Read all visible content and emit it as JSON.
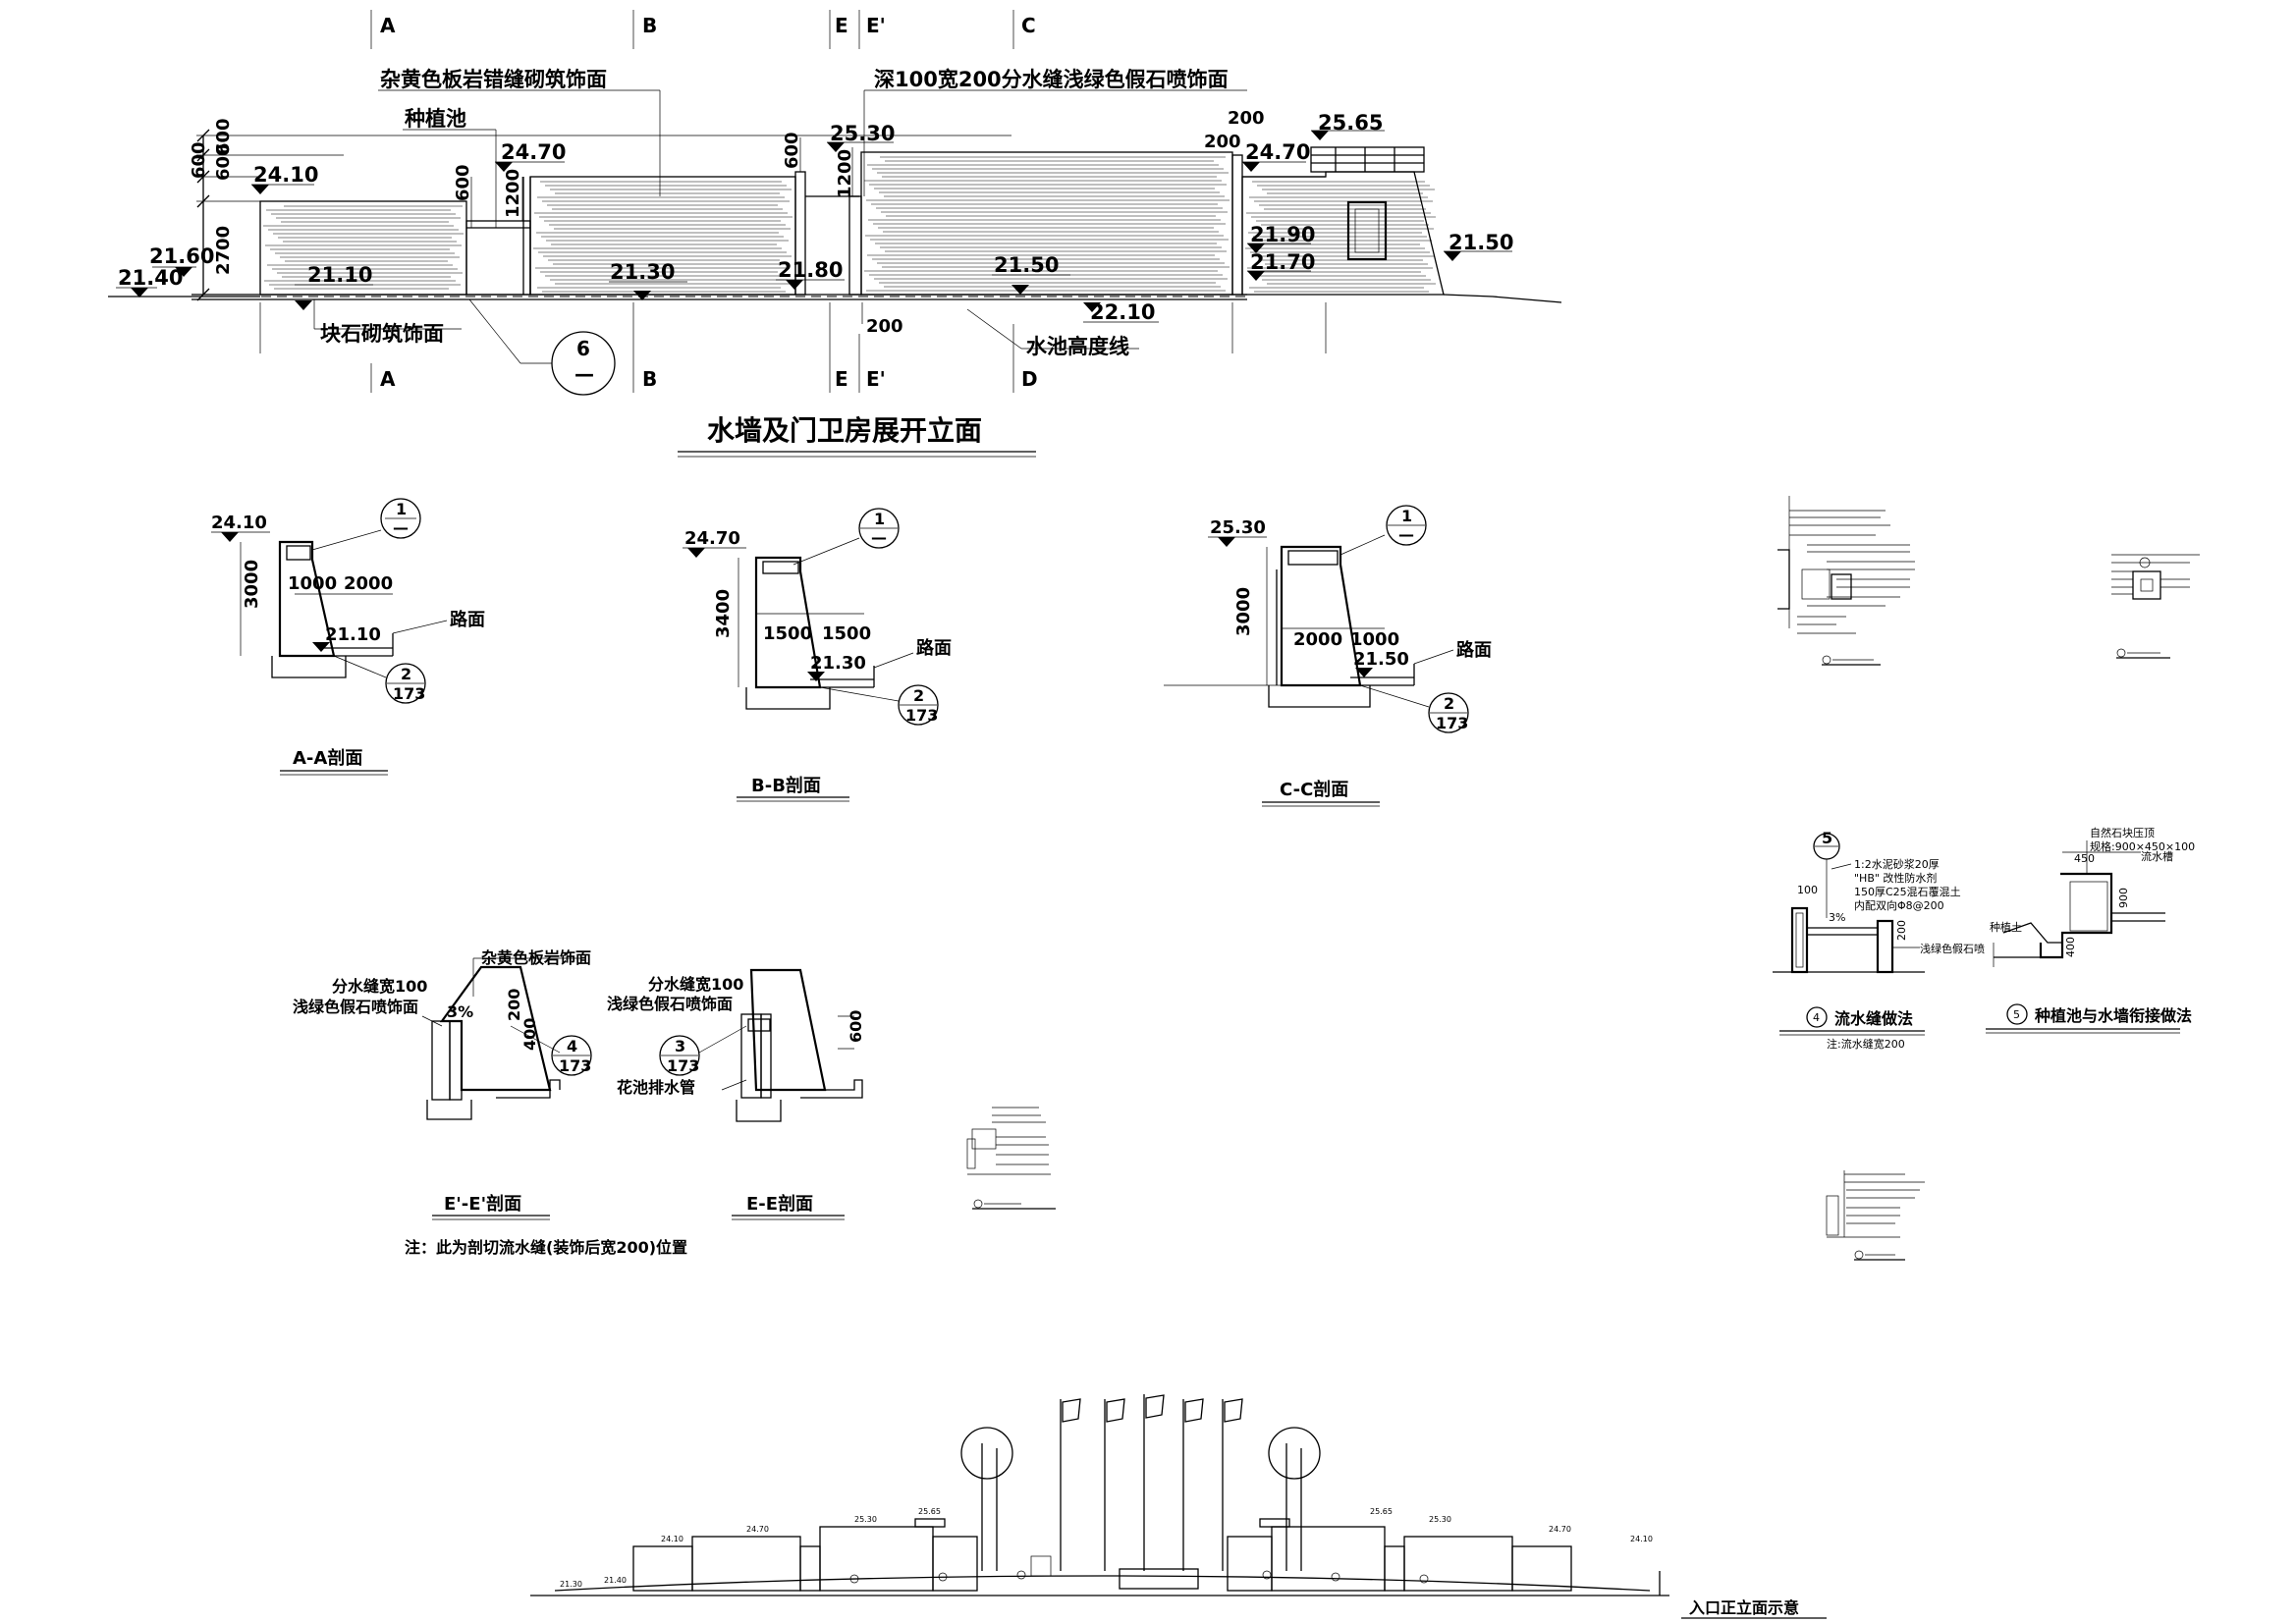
{
  "axis_labels": {
    "top": [
      "A",
      "B",
      "E",
      "E'",
      "C"
    ],
    "bottom": [
      "A",
      "B",
      "E",
      "E'",
      "D"
    ]
  },
  "elevation": {
    "title": "水墙及门卫房展开立面",
    "notes": {
      "cladding_top": "杂黄色板岩错缝砌筑饰面",
      "planter": "种植池",
      "joint_spec": "深100宽200分水缝浅绿色假石喷饰面",
      "rubble": "块石砌筑饰面",
      "pool_line": "水池高度线"
    },
    "levels": [
      "24.10",
      "24.70",
      "25.30",
      "24.70",
      "25.65",
      "21.60",
      "21.40",
      "21.10",
      "21.30",
      "21.80",
      "21.50",
      "22.10",
      "21.90",
      "21.70",
      "21.50"
    ],
    "dims": [
      "600",
      "600",
      "600",
      "2700",
      "600",
      "1200",
      "600",
      "1200",
      "200",
      "200",
      "200"
    ],
    "callout": {
      "num": "6",
      "sub": "—"
    }
  },
  "sections": [
    {
      "title": "A-A剖面",
      "top_level": "24.10",
      "road_level": "21.10",
      "road": "路面",
      "dims": [
        "3000",
        "1000",
        "2000"
      ],
      "ref1": {
        "num": "1",
        "sub": "—"
      },
      "ref2": {
        "num": "2",
        "sub": "173"
      }
    },
    {
      "title": "B-B剖面",
      "top_level": "24.70",
      "road_level": "21.30",
      "road": "路面",
      "dims": [
        "3400",
        "1500",
        "1500"
      ],
      "ref1": {
        "num": "1",
        "sub": "—"
      },
      "ref2": {
        "num": "2",
        "sub": "173"
      }
    },
    {
      "title": "C-C剖面",
      "top_level": "25.30",
      "road_level": "21.50",
      "road": "路面",
      "dims": [
        "3000",
        "2000",
        "1000"
      ],
      "ref1": {
        "num": "1",
        "sub": "—"
      },
      "ref2": {
        "num": "2",
        "sub": "173"
      }
    }
  ],
  "joint_sections": {
    "ee1": {
      "title": "E'-E'剖面",
      "note_top": "杂黄色板岩饰面",
      "note_a": "分水缝宽100",
      "note_b": "浅绿色假石喷饰面",
      "slope": "3%",
      "dims": [
        "200",
        "400"
      ],
      "ref": {
        "num": "4",
        "sub": "173"
      }
    },
    "ee": {
      "title": "E-E剖面",
      "note_a": "分水缝宽100",
      "note_b": "浅绿色假石喷饰面",
      "note_c": "花池排水管",
      "dims": [
        "600"
      ],
      "ref": {
        "num": "3",
        "sub": "173"
      }
    },
    "footnote": "注：此为剖切流水缝(装饰后宽200)位置"
  },
  "details": {
    "d4": {
      "num": "4",
      "title": "流水缝做法",
      "note": "注:流水缝宽200",
      "top_ref": "5",
      "labels": [
        "1:2水泥砂浆20厚",
        "\"HB\" 改性防水剂",
        "150厚C25混石覆混土",
        "内配双向Φ8@200",
        "浅绿色假石喷"
      ],
      "dims": [
        "100",
        "3%",
        "200"
      ]
    },
    "d5": {
      "num": "5",
      "title": "种植池与水墙衔接做法",
      "labels": [
        "自然石块压顶",
        "规格:900×450×100",
        "流水槽",
        "种植土"
      ],
      "dims": [
        "450",
        "400",
        "900"
      ]
    }
  },
  "front_elevation": {
    "title": "入口正立面示意",
    "levels_left": [
      "21.30",
      "21.40",
      "24.10",
      "24.70",
      "25.30",
      "25.65"
    ],
    "levels_right": [
      "25.65",
      "25.30",
      "24.70",
      "24.10"
    ]
  }
}
